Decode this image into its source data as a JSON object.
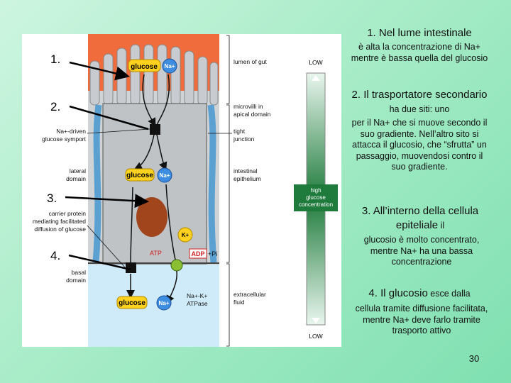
{
  "figure": {
    "labels": {
      "glucose": "glucose",
      "na": "Na+",
      "k": "K+",
      "atp": "ATP",
      "adp": "ADP",
      "pi": "+Pi",
      "lumen": "lumen of gut",
      "microvilli": "microvilli in\napical domain",
      "symport": "Na+-driven\nglucose symport",
      "tight": "tight\njunction",
      "lateral": "lateral\ndomain",
      "epithelium": "intestinal\nepithelium",
      "carrier": "carrier protein\nmediating facilitated\ndiffusion of glucose",
      "basal": "basal\ndomain",
      "extracellular": "extracellular\nfluid",
      "pump": "Na+-K+\nATPase",
      "low_top": "LOW",
      "low_bottom": "LOW",
      "high": "high\nglucose\nconcentration"
    },
    "markers": [
      "1.",
      "2.",
      "3.",
      "4."
    ]
  },
  "right_panel": {
    "p1_title": "1. Nel lume intestinale",
    "p1_body": "è alta la concentrazione di Na+ mentre è bassa quella del glucosio",
    "p2_title": "2. Il trasportatore secondario",
    "p2_tail": " ha due siti: uno",
    "p2_body": "per il Na+ che si muove secondo il suo gradiente. Nell’altro sito si attacca il glucosio, che “sfrutta” un passaggio, muovendosi contro il suo gradiente.",
    "p3_title": "3. All’interno della cellula epiteliale",
    "p3_tail": " il",
    "p3_body": "glucosio è molto concentrato, mentre Na+ ha una bassa concentrazione",
    "p4_title": "4. Il glucosio",
    "p4_tail": " esce dalla",
    "p4_body": "cellula tramite diffusione facilitata, mentre Na+ deve farlo tramite trasporto attivo"
  },
  "page_number": "30"
}
